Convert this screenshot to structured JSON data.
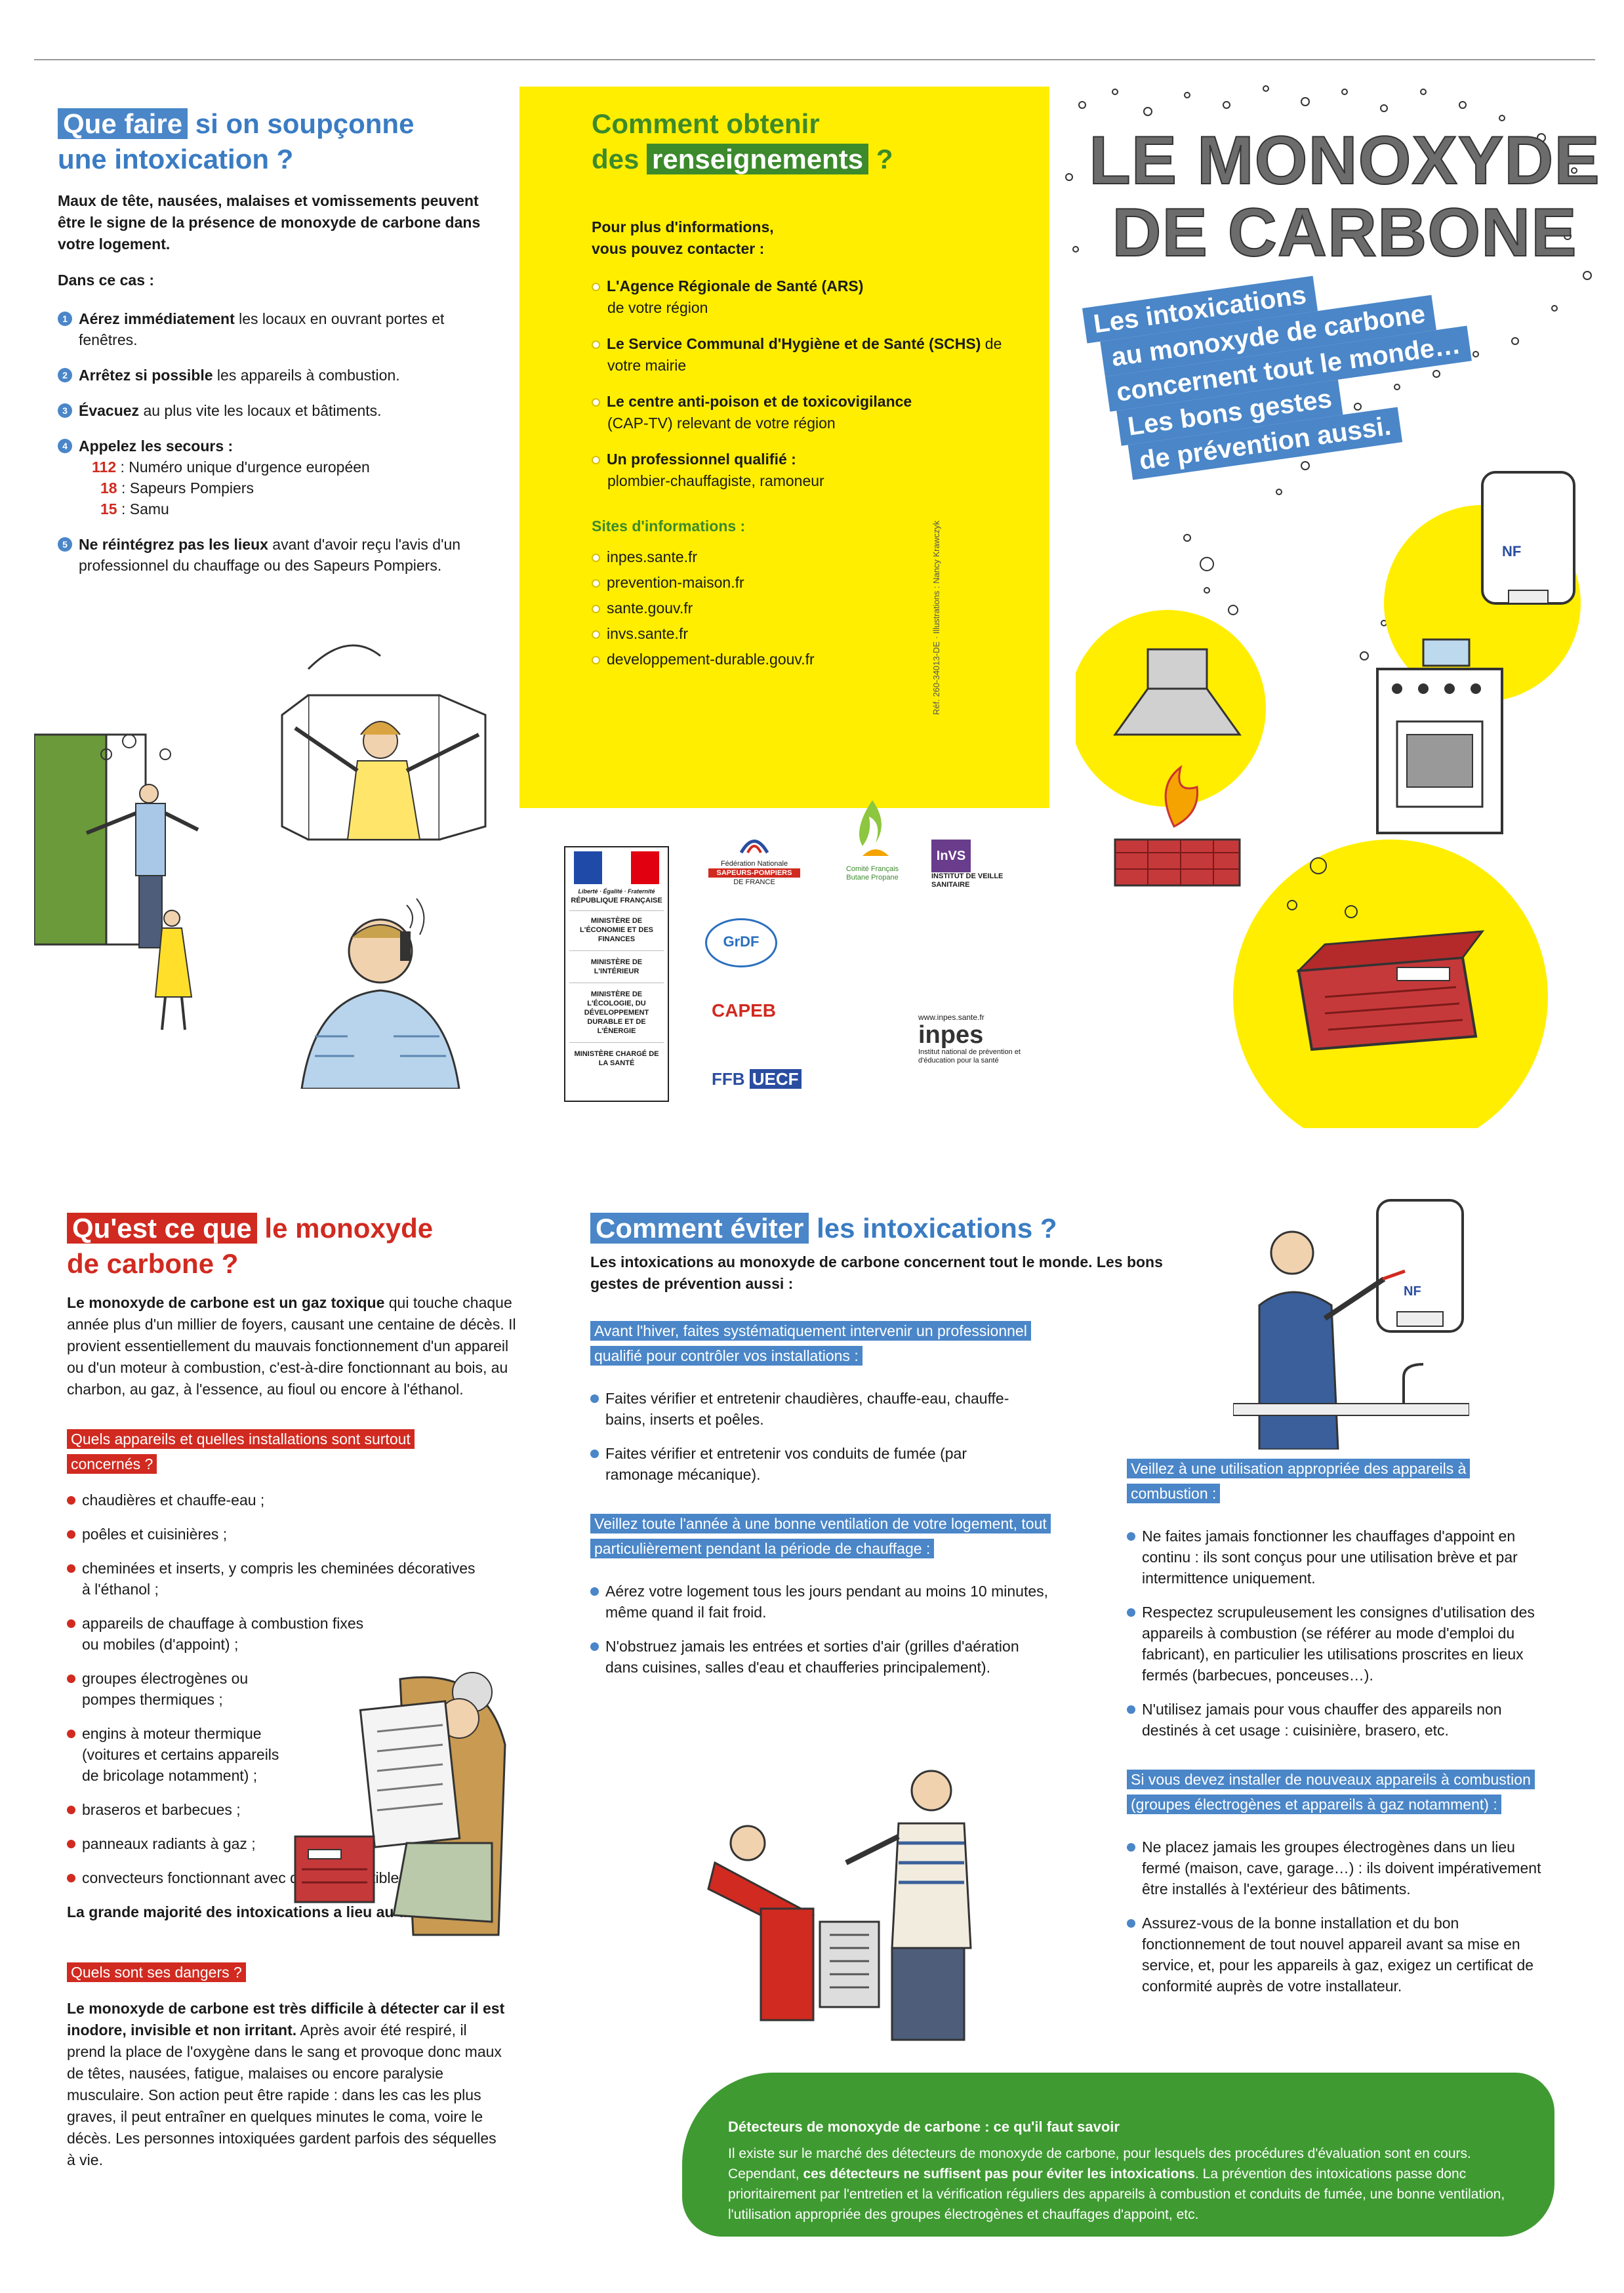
{
  "top": {
    "que_faire": {
      "title_hl": "Que faire",
      "title_rest1": " si on soupçonne",
      "title_rest2": "une intoxication ?",
      "intro": "Maux de tête, nausées, malaises et vomissements peuvent être le signe de la présence de monoxyde de carbone dans votre logement.",
      "dans_ce_cas": "Dans ce cas :",
      "steps": [
        {
          "n": "1",
          "bold": "Aérez immédiatement",
          "rest": " les locaux en ouvrant portes et fenêtres."
        },
        {
          "n": "2",
          "bold": "Arrêtez si possible",
          "rest": " les appareils à combustion."
        },
        {
          "n": "3",
          "bold": "Évacuez",
          "rest": " au plus vite les locaux et bâtiments."
        },
        {
          "n": "4",
          "bold": "Appelez les secours :",
          "rest": ""
        },
        {
          "n": "5",
          "bold": "Ne réintégrez pas les lieux",
          "rest": " avant d'avoir reçu l'avis d'un professionnel du chauffage ou des Sapeurs Pompiers."
        }
      ],
      "secours": [
        {
          "num": "112",
          "label": " : Numéro unique d'urgence européen"
        },
        {
          "num": "18",
          "label": " : Sapeurs Pompiers"
        },
        {
          "num": "15",
          "label": " : Samu"
        }
      ]
    },
    "renseignements": {
      "title1": "Comment obtenir",
      "title2_pre": "des ",
      "title2_hl": "renseignements",
      "title2_post": " ?",
      "intro1": "Pour plus d'informations,",
      "intro2": "vous pouvez contacter :",
      "contacts": [
        {
          "bold": "L'Agence Régionale de Santé (ARS)",
          "rest": "de votre région"
        },
        {
          "bold": "Le Service Communal d'Hygiène et de Santé (SCHS)",
          "rest": "de votre mairie"
        },
        {
          "bold": "Le centre anti-poison et de toxicovigilance",
          "rest": "(CAP-TV) relevant de votre région"
        },
        {
          "bold": "Un professionnel qualifié :",
          "rest": "plombier-chauffagiste, ramoneur"
        }
      ],
      "sites_title": "Sites d'informations :",
      "sites": [
        "inpes.sante.fr",
        "prevention-maison.fr",
        "sante.gouv.fr",
        "invs.sante.fr",
        "developpement-durable.gouv.fr"
      ],
      "vertical_credit": "Réf. 260-34013-DE · Illustrations : Nancy Krawczyk"
    },
    "cover": {
      "title1": "LE MONOXYDE",
      "title2": "DE CARBONE",
      "tape": [
        "Les intoxications",
        "au monoxyde de carbone",
        "concernent tout le monde…",
        "Les bons gestes",
        "de prévention aussi."
      ],
      "nf": "NF"
    },
    "logos": {
      "rf1": "Liberté · Égalité · Fraternité",
      "rf2": "RÉPUBLIQUE FRANÇAISE",
      "min1": "MINISTÈRE DE L'ÉCONOMIE ET DES FINANCES",
      "min2": "MINISTÈRE DE L'INTÉRIEUR",
      "min3": "MINISTÈRE DE L'ÉCOLOGIE, DU DÉVELOPPEMENT DURABLE ET DE L'ÉNERGIE",
      "min4": "MINISTÈRE CHARGÉ DE LA SANTÉ",
      "fnsp1": "Fédération Nationale",
      "fnsp2": "SAPEURS-POMPIERS",
      "fnsp3": "DE FRANCE",
      "grdf": "GrDF",
      "cfbp1": "Comité Français",
      "cfbp2": "Butane Propane",
      "invs1": "InVS",
      "invs2": "INSTITUT DE VEILLE SANITAIRE",
      "capeb": "CAPEB",
      "ffb": "FFB",
      "uecf": "UECF",
      "inpes_url": "www.inpes.sante.fr",
      "inpes": "inpes",
      "inpes_sub": "Institut national de prévention et d'éducation pour la santé"
    }
  },
  "bottom": {
    "quest": {
      "title_hl": "Qu'est ce que",
      "title_rest1": " le monoxyde",
      "title_rest2": "de carbone ?",
      "intro_bold": "Le monoxyde de carbone est un gaz toxique",
      "intro_rest": " qui touche chaque année plus d'un millier de foyers, causant une centaine de décès. Il provient essentiellement du mauvais fonctionnement d'un appareil ou d'un moteur à combustion, c'est-à-dire fonctionnant au bois, au charbon, au gaz, à l'essence, au fioul ou encore à l'éthanol.",
      "appareils_band": "Quels appareils et quelles installations sont surtout concernés ?",
      "appareils": [
        "chaudières et chauffe-eau ;",
        "poêles et cuisinières ;",
        "cheminées et inserts, y compris les cheminées décoratives à l'éthanol ;",
        "appareils de chauffage à combustion fixes ou mobiles (d'appoint) ;",
        "groupes électrogènes ou pompes thermiques ;",
        "engins à moteur thermique (voitures et certains appareils de bricolage notamment) ;",
        "braseros et barbecues ;",
        "panneaux radiants à gaz ;",
        "convecteurs fonctionnant avec des combustibles."
      ],
      "majorite": "La grande majorité des intoxications a lieu au domicile.",
      "dangers_band": "Quels sont ses dangers ?",
      "dangers_bold": "Le monoxyde de carbone est très difficile à détecter car il est inodore, invisible et non irritant.",
      "dangers_rest": " Après avoir été respiré, il prend la place de l'oxygène dans le sang et provoque donc maux de têtes, nausées, fatigue, malaises ou encore paralysie musculaire. Son action peut être rapide : dans les cas les plus graves, il peut entraîner en quelques minutes le coma, voire le décès. Les personnes intoxiquées gardent parfois des séquelles à vie."
    },
    "eviter": {
      "title_hl": "Comment éviter",
      "title_rest": " les intoxications ?",
      "intro": "Les intoxications au monoxyde de carbone concernent tout le monde. Les bons gestes de prévention aussi :",
      "band1": "Avant l'hiver, faites systématiquement intervenir un professionnel qualifié pour contrôler vos installations :",
      "list1": [
        "Faites vérifier et entretenir chaudières, chauffe-eau, chauffe-bains, inserts et poêles.",
        "Faites vérifier et entretenir vos conduits de fumée (par ramonage mécanique)."
      ],
      "band2": "Veillez toute l'année à une bonne ventilation de votre logement, tout particulièrement pendant la période de chauffage :",
      "list2": [
        "Aérez votre logement tous les jours pendant au moins 10 minutes, même quand il fait froid.",
        "N'obstruez jamais les entrées et sorties d'air (grilles d'aération dans cuisines, salles d'eau et chaufferies principalement)."
      ],
      "band3": "Veillez à une utilisation appropriée des appareils à combustion :",
      "list3": [
        "Ne faites jamais fonctionner les chauffages d'appoint en continu : ils sont conçus pour une utilisation brève et par intermittence uniquement.",
        "Respectez scrupuleusement les consignes d'utilisation des appareils à combustion (se référer au mode d'emploi du fabricant), en particulier les utilisations proscrites en lieux fermés (barbecues, ponceuses…).",
        "N'utilisez jamais pour vous chauffer des appareils non destinés à cet usage : cuisinière, brasero, etc."
      ],
      "band4": "Si vous devez installer de nouveaux appareils à combustion (groupes électrogènes et appareils à gaz notamment) :",
      "list4": [
        "Ne placez jamais les groupes électrogènes dans un lieu fermé (maison, cave, garage…) : ils doivent impérativement être installés à l'extérieur des bâtiments.",
        "Assurez-vous de la bonne installation et du bon fonctionnement de tout nouvel appareil avant sa mise en service, et, pour les appareils à gaz, exigez un certificat de conformité auprès de votre installateur."
      ],
      "nf": "NF"
    },
    "detecteurs": {
      "title": "Détecteurs de monoxyde de carbone : ce qu'il faut savoir",
      "text1": "Il existe sur le marché des détecteurs de monoxyde de carbone, pour lesquels des procédures d'évaluation sont en cours. Cependant, ",
      "text_bold": "ces détecteurs ne suffisent pas pour éviter les intoxications",
      "text2": ". La prévention des intoxications passe donc prioritairement par l'entretien et la vérification réguliers des appareils à combustion et conduits de fumée, une bonne ventilation, l'utilisation appropriée des groupes électrogènes et chauffages d'appoint, etc."
    }
  },
  "colors": {
    "blue": "#4a86c8",
    "red": "#d12a20",
    "yellow": "#ffee00",
    "green": "#3f9a32"
  }
}
